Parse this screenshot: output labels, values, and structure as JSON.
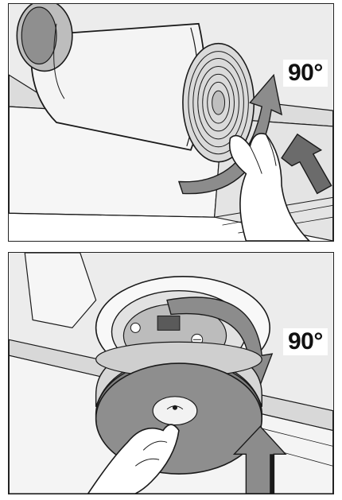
{
  "panels": [
    {
      "angle_label": "90°",
      "step": "filter-insert-rotate"
    },
    {
      "angle_label": "90°",
      "step": "cover-attach-rotate"
    }
  ],
  "colors": {
    "line": "#1a1a1a",
    "arrow_gray": "#8c8c8c",
    "arrow_dark": "#6b6b6b",
    "surface_light": "#e9e9e9",
    "surface_mid": "#cfcfcf",
    "canister": "#f4f4f4",
    "cover_gray": "#9a9a9a"
  },
  "icons": [
    "rotate-arrow",
    "push-up-arrow",
    "hand"
  ]
}
